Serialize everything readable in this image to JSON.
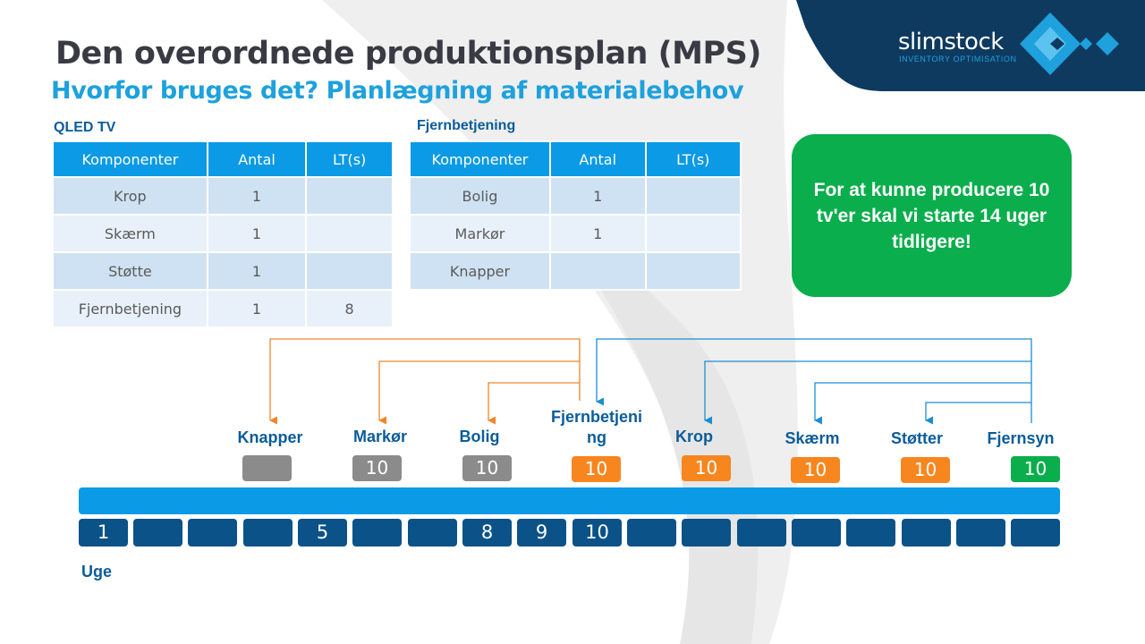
{
  "header": {
    "title": "Den overordnede produktionsplan (MPS)",
    "subtitle": "Hvorfor bruges det? Planlægning af materialebehov"
  },
  "logo": {
    "name": "slimstock",
    "tagline": "INVENTORY OPTIMISATION"
  },
  "tables": [
    {
      "caption": "QLED TV",
      "headers": [
        "Komponenter",
        "Antal",
        "LT(s)"
      ],
      "rows": [
        [
          "Krop",
          "1",
          ""
        ],
        [
          "Skærm",
          "1",
          ""
        ],
        [
          "Støtte",
          "1",
          ""
        ],
        [
          "Fjernbetjening",
          "1",
          "8"
        ]
      ]
    },
    {
      "caption": "Fjernbetjening",
      "headers": [
        "Komponenter",
        "Antal",
        "LT(s)"
      ],
      "rows": [
        [
          "Bolig",
          "1",
          ""
        ],
        [
          "Markør",
          "1",
          ""
        ],
        [
          "Knapper",
          "",
          ""
        ]
      ]
    }
  ],
  "callout": {
    "text": "For at kunne producere 10 tv'er skal vi starte 14 uger tidligere!"
  },
  "timeline": {
    "items": [
      {
        "label": "Knapper",
        "quantity": "",
        "status": "grey"
      },
      {
        "label": "Markør",
        "quantity": "10",
        "status": "grey"
      },
      {
        "label": "Bolig",
        "quantity": "10",
        "status": "grey"
      },
      {
        "label": "Fjernbetjening",
        "quantity": "10",
        "status": "orange"
      },
      {
        "label": "Krop",
        "quantity": "10",
        "status": "orange"
      },
      {
        "label": "Skærm",
        "quantity": "10",
        "status": "orange"
      },
      {
        "label": "Støtter",
        "quantity": "10",
        "status": "orange"
      },
      {
        "label": "Fjernsyn",
        "quantity": "10",
        "status": "green"
      }
    ],
    "weeks": [
      "1",
      "",
      "",
      "",
      "5",
      "",
      "",
      "8",
      "9",
      "10",
      "",
      "",
      "",
      "",
      "",
      "",
      "",
      ""
    ],
    "week_label": "Uge"
  },
  "colors": {
    "accent_blue": "#0a9ae6",
    "dark_blue": "#0b5288",
    "orange": "#f7861f",
    "green": "#0aae4c",
    "grey": "#8b8b8b",
    "orange_line": "#f0862b",
    "blue_line": "#1b8ed0"
  }
}
